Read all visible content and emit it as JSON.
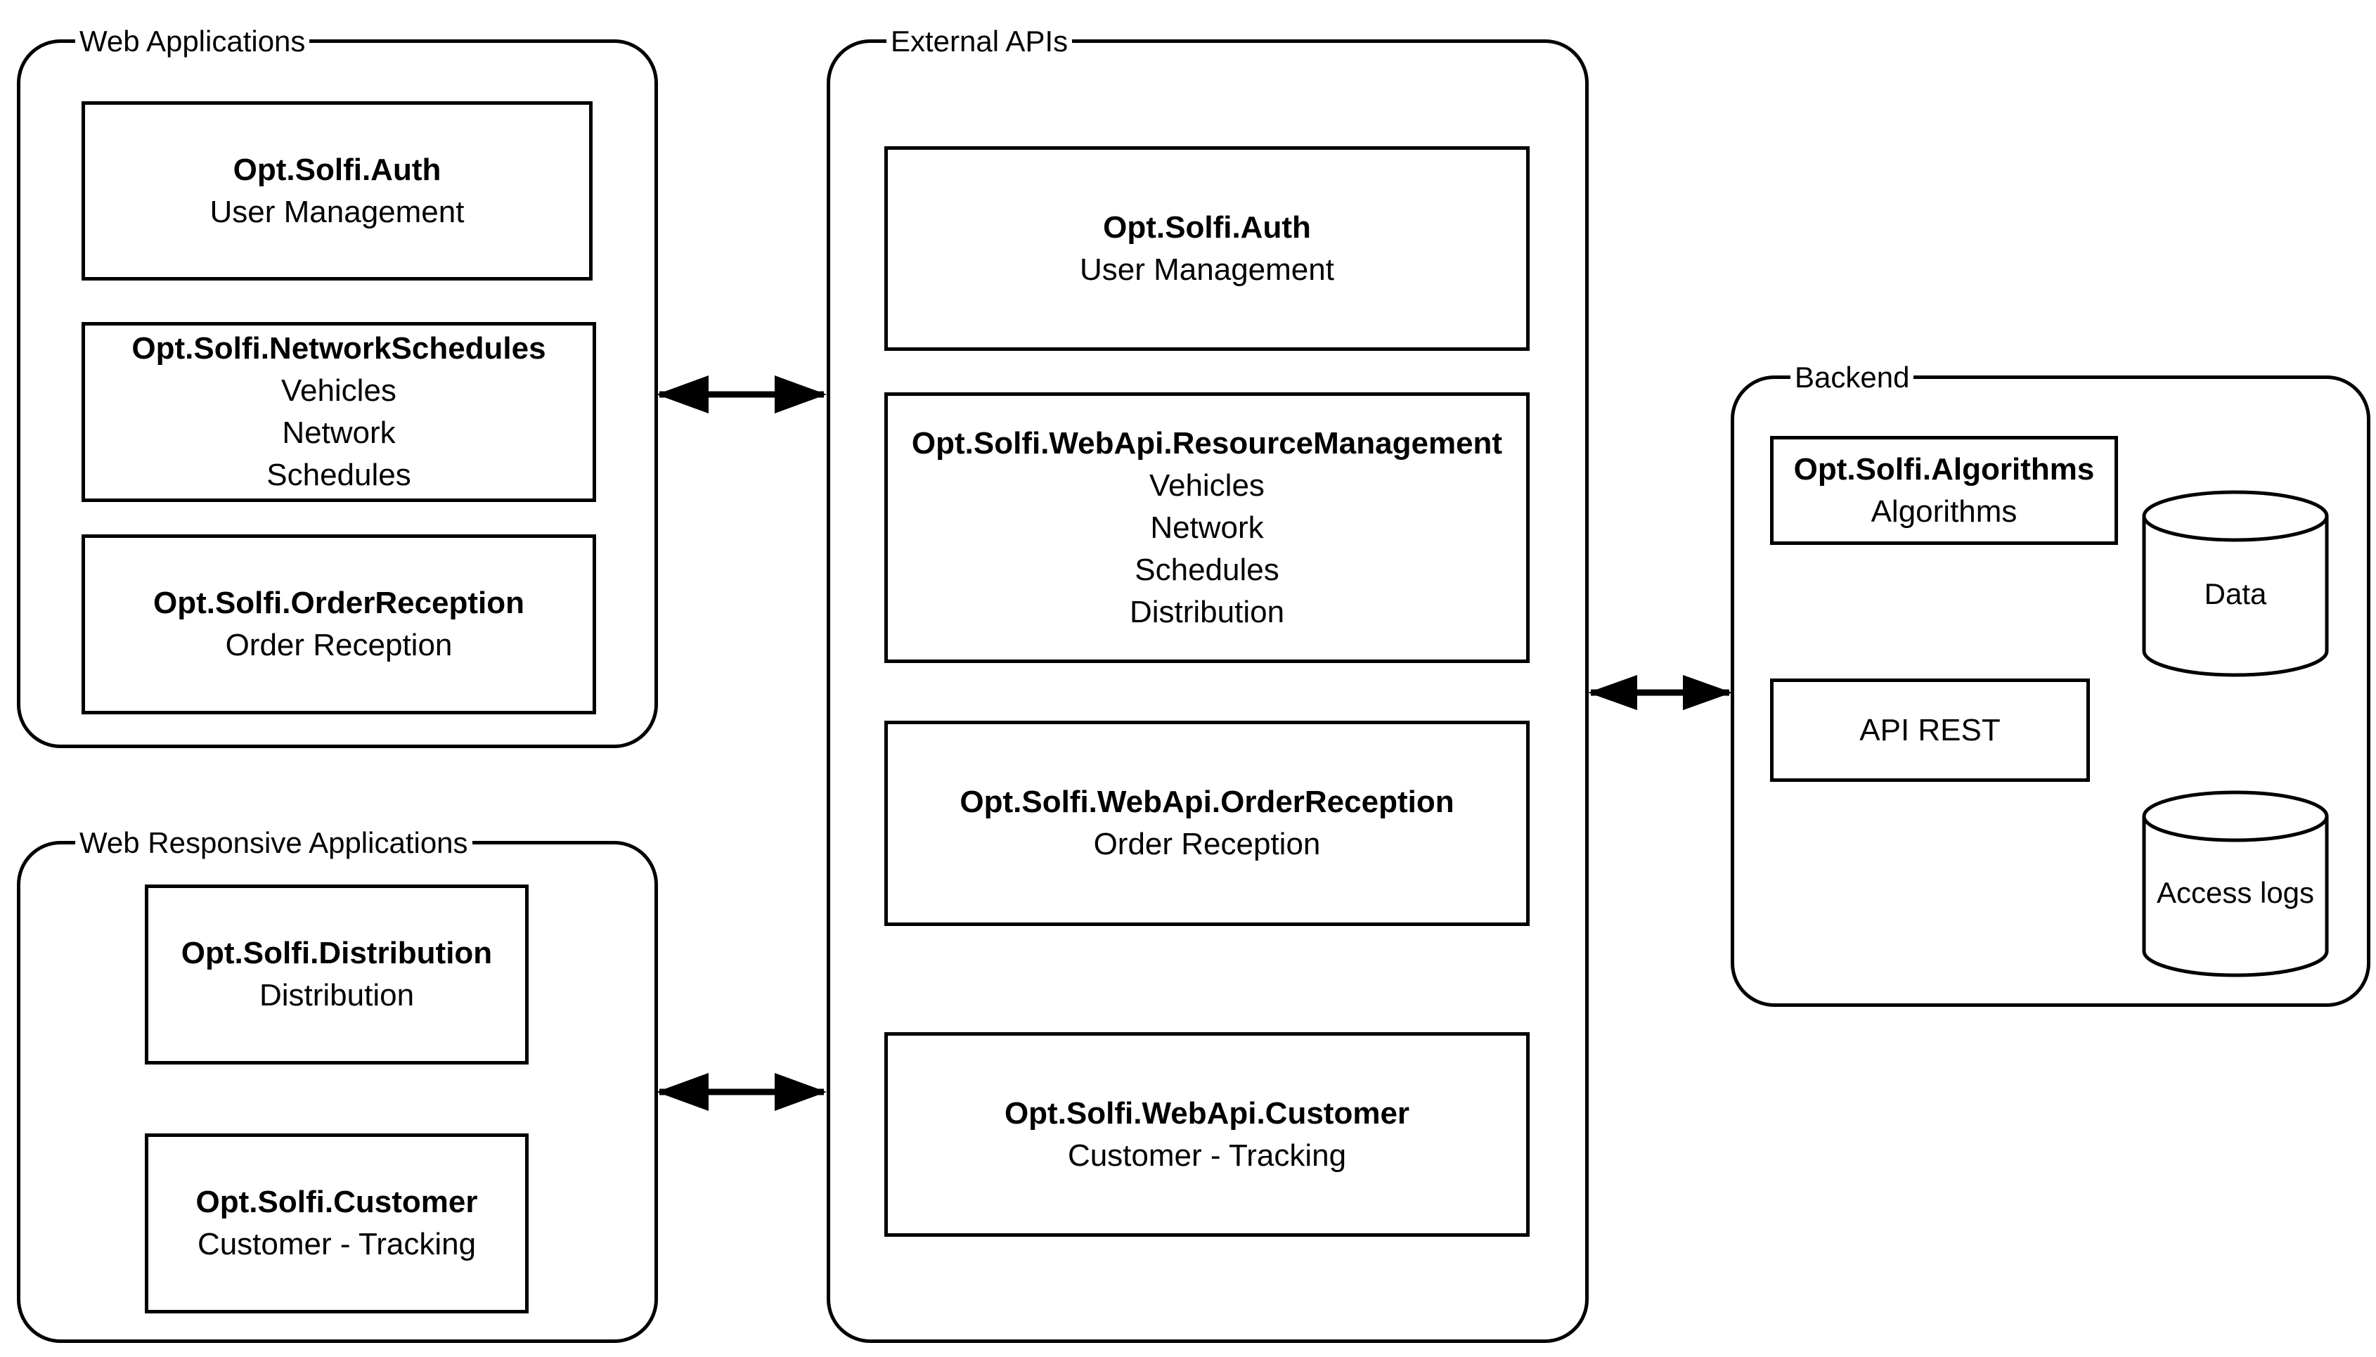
{
  "groups": {
    "web_apps": "Web Applications",
    "web_responsive": "Web Responsive Applications",
    "external_apis": "External APIs",
    "backend": "Backend"
  },
  "web_apps": [
    {
      "title": "Opt.Solfi.Auth",
      "lines": [
        "User Management"
      ]
    },
    {
      "title": "Opt.Solfi.NetworkSchedules",
      "lines": [
        "Vehicles",
        "Network",
        "Schedules"
      ]
    },
    {
      "title": "Opt.Solfi.OrderReception",
      "lines": [
        "Order Reception"
      ]
    }
  ],
  "web_responsive": [
    {
      "title": "Opt.Solfi.Distribution",
      "lines": [
        "Distribution"
      ]
    },
    {
      "title": "Opt.Solfi.Customer",
      "lines": [
        "Customer - Tracking"
      ]
    }
  ],
  "external_apis": [
    {
      "title": "Opt.Solfi.Auth",
      "lines": [
        "User Management"
      ]
    },
    {
      "title": "Opt.Solfi.WebApi.ResourceManagement",
      "lines": [
        "Vehicles",
        "Network",
        "Schedules",
        "Distribution"
      ]
    },
    {
      "title": "Opt.Solfi.WebApi.OrderReception",
      "lines": [
        "Order Reception"
      ]
    },
    {
      "title": "Opt.Solfi.WebApi.Customer",
      "lines": [
        "Customer - Tracking"
      ]
    }
  ],
  "backend": {
    "algorithms": {
      "title": "Opt.Solfi.Algorithms",
      "lines": [
        "Algorithms"
      ]
    },
    "api_rest": "API REST",
    "data_store": "Data",
    "logs_store": "Access logs"
  }
}
